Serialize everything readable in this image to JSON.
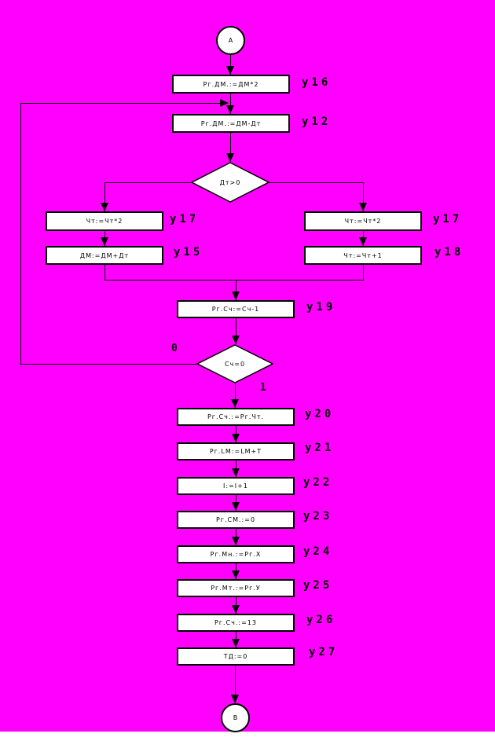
{
  "canvas": {
    "background_color": "#ff00ff",
    "shape_fill_color": "#ffffff",
    "line_color": "#000000",
    "footer_color": "#ffffff"
  },
  "terminals": {
    "start": "А",
    "end": "В"
  },
  "boxes": {
    "y16": {
      "text": "Рг.ДМ.:=ДМ*2",
      "label": "y16"
    },
    "y12": {
      "text": "Рг.ДМ.:=ДМ-Дт",
      "label": "y12"
    },
    "y17l": {
      "text": "Чт:=Чт*2",
      "label": "y17"
    },
    "y15": {
      "text": "ДМ:=ДМ+Дт",
      "label": "y15"
    },
    "y17r": {
      "text": "Чт:=Чт*2",
      "label": "y17"
    },
    "y18": {
      "text": "Чт:=Чт+1",
      "label": "y18"
    },
    "y19": {
      "text": "Рг.Сч:=Сч-1",
      "label": "y19"
    },
    "y20": {
      "text": "Рг.Сч.:=Рг.Чт.",
      "label": "y20"
    },
    "y21": {
      "text": "Рг.LМ:=LМ+Т",
      "label": "y21"
    },
    "y22": {
      "text": "I:=I+1",
      "label": "y22"
    },
    "y23": {
      "text": "Рг.СМ.:=0",
      "label": "y23"
    },
    "y24": {
      "text": "Рг.Мн.:=Рг.X",
      "label": "y24"
    },
    "y25": {
      "text": "Рг.Мт.:=Рг.У",
      "label": "y25"
    },
    "y26": {
      "text": "Рг.Сч.:=13",
      "label": "y26"
    },
    "y27": {
      "text": "ТД:=0",
      "label": "y27"
    }
  },
  "decisions": {
    "d1": {
      "text": "Дт>0"
    },
    "d2": {
      "text": "Сч=0",
      "branch_false": "0",
      "branch_true": "1"
    }
  }
}
